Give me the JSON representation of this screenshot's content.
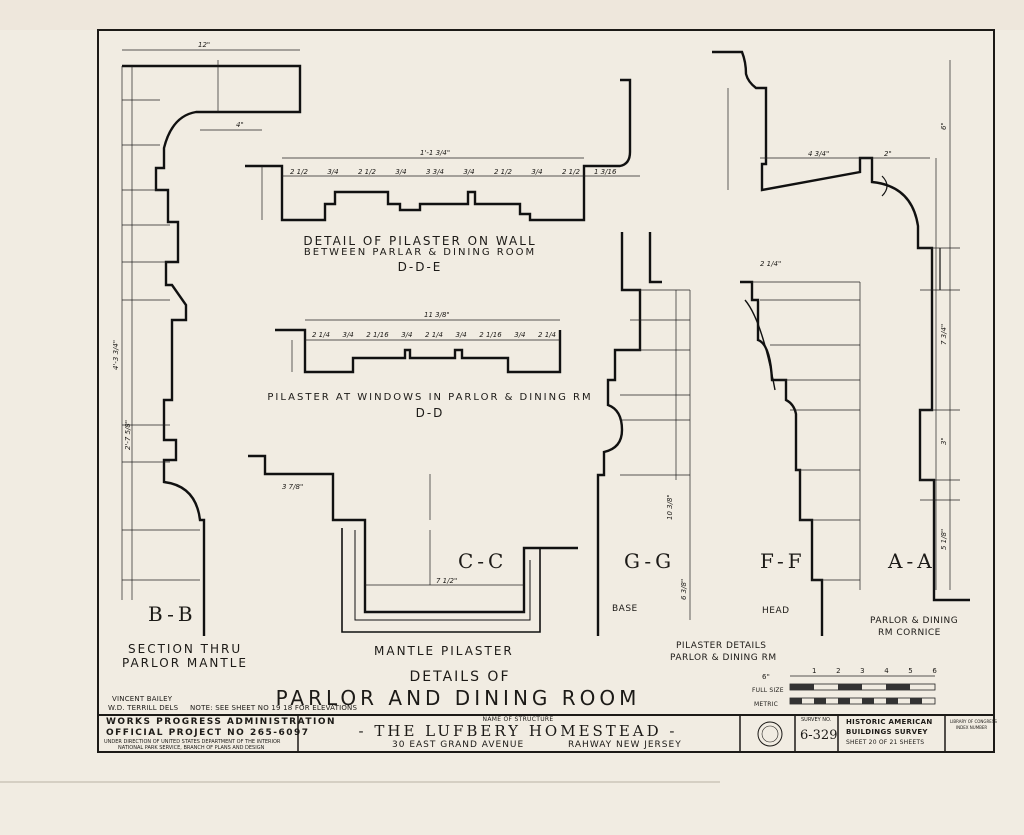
{
  "drawing": {
    "title_line1": "Details of",
    "title_line2": "Parlor and Dining Room",
    "sections": {
      "bb": "B-B",
      "bb_caption1": "Section Thru",
      "bb_caption2": "Parlor Mantle",
      "dbe_title1": "Detail of Pilaster on Wall",
      "dbe_title2": "Between Parlar & Dining Room",
      "dbe_title3": "D-D-E",
      "dd_title1": "Pilaster at windows in Parlor & Dining Rm",
      "dd_title2": "D-D",
      "cc": "C-C",
      "mantle_pilaster": "Mantle Pilaster",
      "gg": "G-G",
      "base": "Base",
      "ff": "F-F",
      "head": "Head",
      "aa": "A-A",
      "aa_caption1": "Parlor & Dining",
      "aa_caption2": "Rm Cornice",
      "pilaster_details1": "Pilaster Details",
      "pilaster_details2": "Parlor & Dining Rm"
    },
    "dimensions": {
      "bb_top": "12\"",
      "bb_4": "4\"",
      "bb_vert_total": "4'-3 3/4\"",
      "bb_vert_mid": "2'-7 5/8\"",
      "dbe_overall": "1'-1 3/4\"",
      "dbe_parts": [
        "2 1/2",
        "3/4",
        "2 1/2",
        "3/4",
        "3 3/4",
        "3/4",
        "2 1/2",
        "3/4",
        "2 1/2"
      ],
      "dbe_right": "1 3/16",
      "dd_overall": "11 3/8\"",
      "dd_parts": [
        "2 1/4",
        "3/4",
        "2 1/16",
        "3/4",
        "2 1/4",
        "3/4",
        "2 1/16",
        "3/4",
        "2 1/4"
      ],
      "cc_left": "3 7/8\"",
      "cc_inner": "7 1/2\"",
      "gg_total": "6 3/8\"",
      "gg_10": "10 3/8\"",
      "ff_top": "2 1/4\"",
      "aa_top": "4 3/4\"",
      "aa_2": "2\"",
      "aa_6": "6\"",
      "aa_7": "7 3/4\"",
      "aa_3": "3\"",
      "aa_5": "5 1/8\""
    },
    "notes": {
      "delineators1": "Vincent Bailey",
      "delineators2": "W.D. Terrill Dels",
      "note": "Note: See sheet No 19 18 for elevations"
    },
    "scale_labels": {
      "inches": "6\"",
      "full_size": "Full Size",
      "metric": "Metric",
      "numbers": [
        "1",
        "2",
        "3",
        "4",
        "5",
        "6"
      ]
    }
  },
  "title_block": {
    "wpa_line1": "Works Progress Administration",
    "wpa_line2": "Official Project No 265-6097",
    "wpa_line3": "Under direction of United States Department of the Interior",
    "wpa_line4": "National Park Service, Branch of Plans and Design",
    "name_label": "Name of Structure",
    "structure_name": "- The Lufbery Homestead -",
    "address": "30 East Grand Avenue",
    "city": "Rahway  New Jersey",
    "survey_label": "Survey No.",
    "survey_no": "6-329",
    "habs_line1": "Historic American",
    "habs_line2": "Buildings Survey",
    "sheet_info": "Sheet 20 of 21 Sheets",
    "index_label1": "Library of Congress",
    "index_label2": "Index Number"
  }
}
